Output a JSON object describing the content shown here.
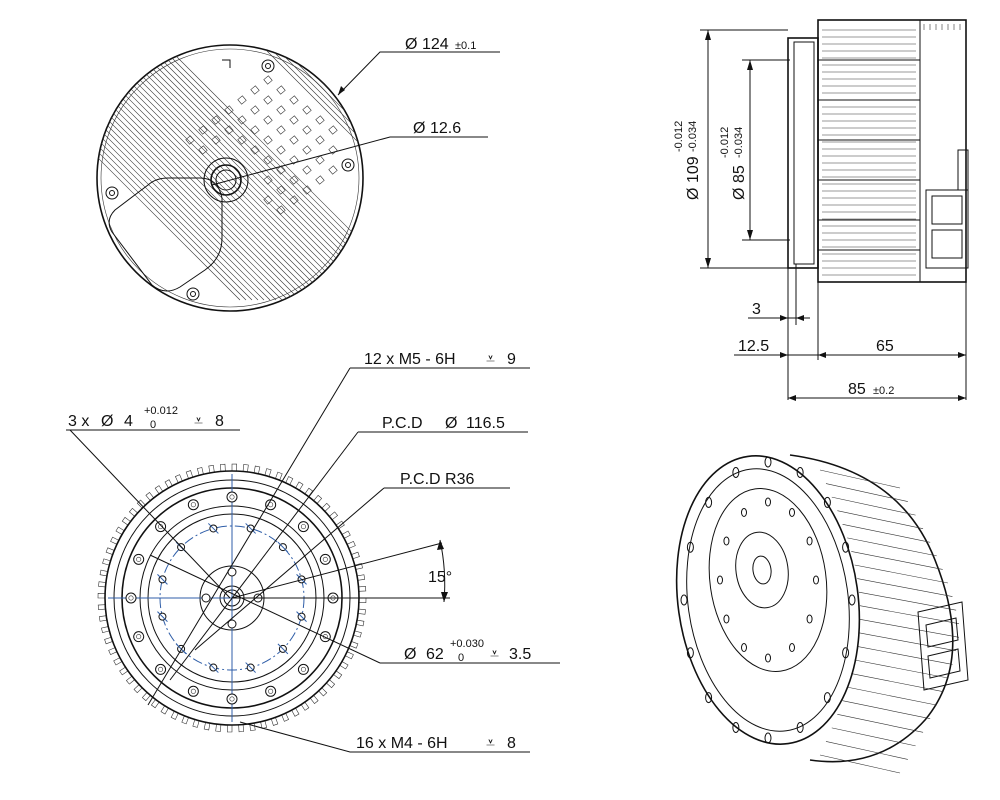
{
  "symbols": {
    "diameter": "Ø",
    "depth": "⩡"
  },
  "back_view": {
    "outer_dia_value": "124",
    "outer_dia_tol": "±0.1",
    "center_dia_value": "12.6"
  },
  "side_view": {
    "dia_109_value": "109",
    "dia_109_tol_upper": "-0.012",
    "dia_109_tol_lower": "-0.034",
    "dia_85_value": "85",
    "dia_85_tol_upper": "-0.012",
    "dia_85_tol_lower": "-0.034",
    "dim_3": "3",
    "dim_12_5": "12.5",
    "dim_65": "65",
    "dim_85_value": "85",
    "dim_85_tol": "±0.2"
  },
  "front_view": {
    "m5_callout": "12 x  M5 - 6H",
    "m5_depth": "9",
    "pin_prefix": "3 x",
    "pin_value": "4",
    "pin_tol_upper": "+0.012",
    "pin_tol_lower": "0",
    "pin_depth": "8",
    "pcd_116": "P.C.D",
    "pcd_116_value": "116.5",
    "pcd_r36": "P.C.D R36",
    "angle": "15°",
    "bore_value": "62",
    "bore_tol_upper": "+0.030",
    "bore_tol_lower": "0",
    "bore_depth": "3.5",
    "m4_callout": "16 x  M4 - 6H",
    "m4_depth": "8"
  },
  "colors": {
    "line": "#111111",
    "centerline": "#2f5ea8",
    "background": "#ffffff"
  }
}
